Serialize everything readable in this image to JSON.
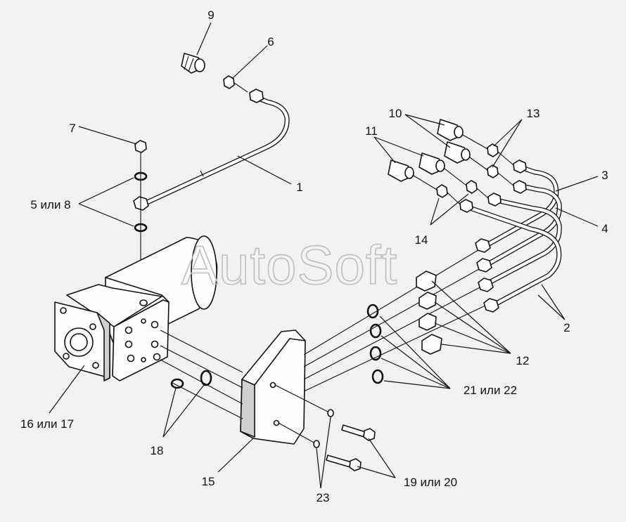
{
  "watermark": "AutoSoft",
  "callouts": {
    "c1": "1",
    "c2": "2",
    "c3": "3",
    "c4": "4",
    "c5or8": "5 или 8",
    "c6": "6",
    "c7": "7",
    "c9": "9",
    "c10": "10",
    "c11": "11",
    "c12": "12",
    "c13": "13",
    "c14": "14",
    "c15": "15",
    "c16or17": "16 или 17",
    "c18": "18",
    "c19or20": "19 или 20",
    "c21or22": "21 или 22",
    "c23": "23"
  }
}
